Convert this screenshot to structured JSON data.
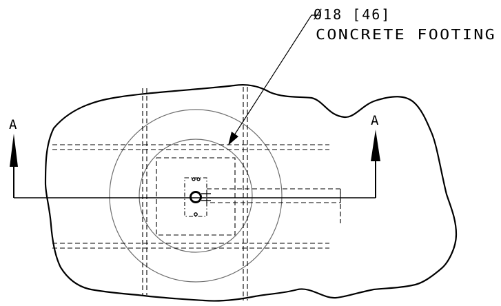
{
  "callout": {
    "line1": "Ø18 [46]",
    "line2": "CONCRETE FOOTING"
  },
  "section_marks": {
    "left_label": "A",
    "right_label": "A"
  },
  "colors": {
    "ink": "#000000",
    "circle_gray": "#6e6e6e",
    "background": "#ffffff"
  }
}
